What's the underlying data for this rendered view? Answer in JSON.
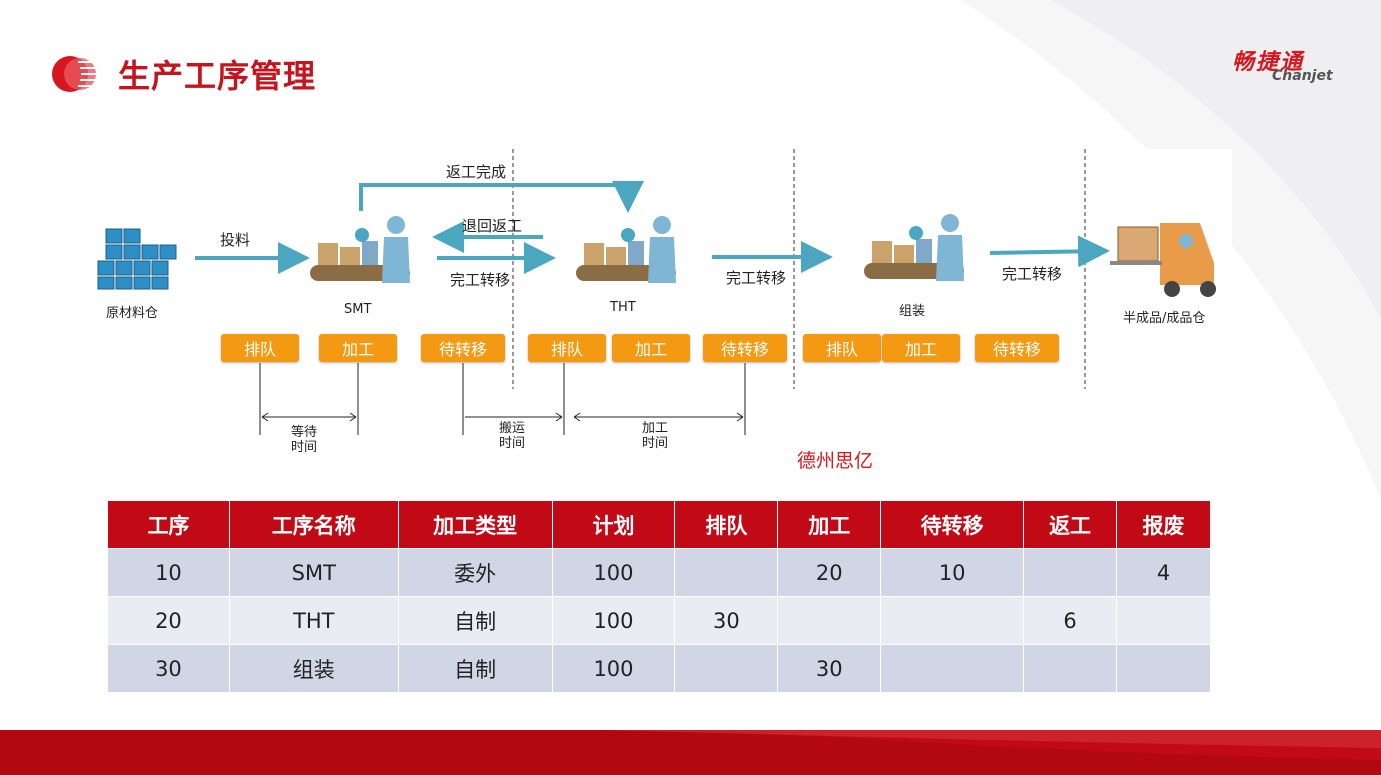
{
  "title": "生产工序管理",
  "brand": {
    "cn": "畅捷通",
    "en": "Chanjet"
  },
  "colors": {
    "accent": "#c4141d",
    "tag": "#f39a12",
    "arrow": "#4ba7bf",
    "header": "#c10a16"
  },
  "flow": {
    "arrows": {
      "feed": "投料",
      "rework_done": "返工完成",
      "return_rework": "退回返工",
      "transfer1": "完工转移",
      "transfer2": "完工转移",
      "transfer3": "完工转移"
    },
    "nodes": {
      "raw": "原材料仓",
      "smt": "SMT",
      "tht": "THT",
      "assembly": "组装",
      "finished": "半成品/成品仓"
    },
    "tags": [
      "排队",
      "加工",
      "待转移",
      "排队",
      "加工",
      "待转移",
      "排队",
      "加工",
      "待转移"
    ],
    "intervals": {
      "wait": "等待\n时间",
      "move": "搬运\n时间",
      "process": "加工\n时间"
    }
  },
  "watermark": "德州思亿",
  "table": {
    "headers": [
      "工序",
      "工序名称",
      "加工类型",
      "计划",
      "排队",
      "加工",
      "待转移",
      "返工",
      "报废"
    ],
    "rows": [
      [
        "10",
        "SMT",
        "委外",
        "100",
        "",
        "20",
        "10",
        "",
        "4"
      ],
      [
        "20",
        "THT",
        "自制",
        "100",
        "30",
        "",
        "",
        "6",
        ""
      ],
      [
        "30",
        "组装",
        "自制",
        "100",
        "",
        "30",
        "",
        "",
        ""
      ]
    ]
  }
}
